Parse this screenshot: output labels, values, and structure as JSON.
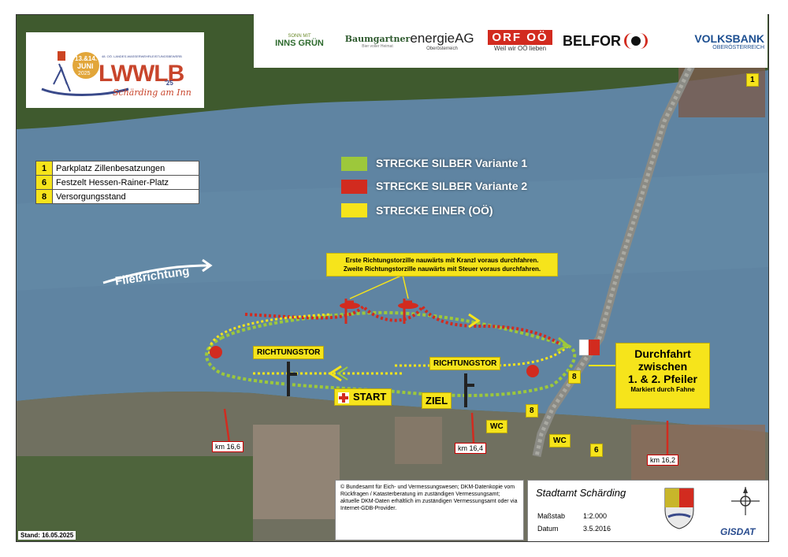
{
  "event_logo": {
    "date_line1": "13.&14.",
    "date_line2": "JUNI",
    "year": "2025",
    "subtitle": "48. OÖ. LANDES-WASSERWEHRLEISTUNGSBEWERB",
    "acronym": "LWWLB",
    "acronym_year": "'25",
    "place": "Schärding am Inn"
  },
  "sponsors": [
    {
      "name": "INNS GRÜN",
      "caption": "SONN MIT"
    },
    {
      "name": "Baumgartner",
      "caption": "Bier voller Heimat"
    },
    {
      "name": "energieAG",
      "caption": "Oberösterreich"
    },
    {
      "name": "ORF OÖ",
      "caption": "Weil wir OÖ lieben"
    },
    {
      "name": "BELFOR",
      "caption": ""
    },
    {
      "name": "VOLKSBANK",
      "caption": "OBERÖSTERREICH"
    }
  ],
  "legend": [
    {
      "num": "1",
      "label": "Parkplatz Zillenbesatzungen"
    },
    {
      "num": "6",
      "label": "Festzelt Hessen-Rainer-Platz"
    },
    {
      "num": "8",
      "label": "Versorgungsstand"
    }
  ],
  "routes": [
    {
      "label": "STRECKE SILBER Variante 1",
      "color": "#9dc83b"
    },
    {
      "label": "STRECKE SILBER Variante 2",
      "color": "#d22b1f"
    },
    {
      "label": "STRECKE EINER (OÖ)",
      "color": "#f6e41b"
    }
  ],
  "flow_label": "Fließrichtung",
  "note": {
    "line1": "Erste Richtungstorzille nauwärts mit Kranzl voraus durchfahren.",
    "line2": "Zweite Richtungstorzille nauwärts mit Steuer voraus durchfahren."
  },
  "gates": {
    "gate1": "RICHTUNGSTOR",
    "gate2": "RICHTUNGSTOR"
  },
  "start_label": "START",
  "ziel_label": "ZIEL",
  "passage": {
    "line1": "Durchfahrt",
    "line2": "zwischen",
    "line3": "1. & 2. Pfeiler",
    "line4": "Markiert durch Fahne"
  },
  "markers": {
    "m1": "1",
    "m6": "6",
    "m8a": "8",
    "m8b": "8",
    "wc1": "WC",
    "wc2": "WC"
  },
  "km": {
    "k1": "km 16,6",
    "k2": "km 16,4",
    "k3": "km 16,2"
  },
  "copyright": "© Bundesamt für Eich- und Vermessungswesen; DKM-Datenkopie vom Rückfragen / Katasterberatung im zuständigen Vermessungsamt; aktuelle DKM-Daten erhältlich im zuständigen Vermessungsamt oder via Internet-GDB-Provider.",
  "info": {
    "authority": "Stadtamt Schärding",
    "scale_label": "Maßstab",
    "scale_value": "1:2.000",
    "date_label": "Datum",
    "date_value": "3.5.2016"
  },
  "gisdat": "GISDAT",
  "stand": "Stand: 16.05.2025",
  "colors": {
    "water": "#5f84a2",
    "land": "#4f6b3c",
    "flag_red": "#d22b1f",
    "yellow": "#f6e41b",
    "green_route": "#9dc83b"
  }
}
